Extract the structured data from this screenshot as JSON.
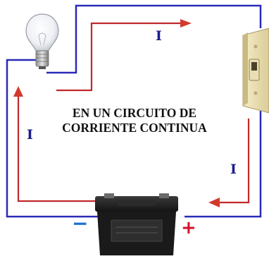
{
  "caption": {
    "line1": "EN UN CIRCUITO DE",
    "line2": "CORRIENTE CONTINUA"
  },
  "current_labels": {
    "top": "I",
    "left": "I",
    "right": "I"
  },
  "battery": {
    "negative_sign": "−",
    "positive_sign": "+"
  },
  "colors": {
    "wire": "#2a2ab8",
    "current_arrow": "#c0282c",
    "label": "#1c1c8c",
    "negative": "#1e6fd0",
    "positive": "#d8102a"
  }
}
